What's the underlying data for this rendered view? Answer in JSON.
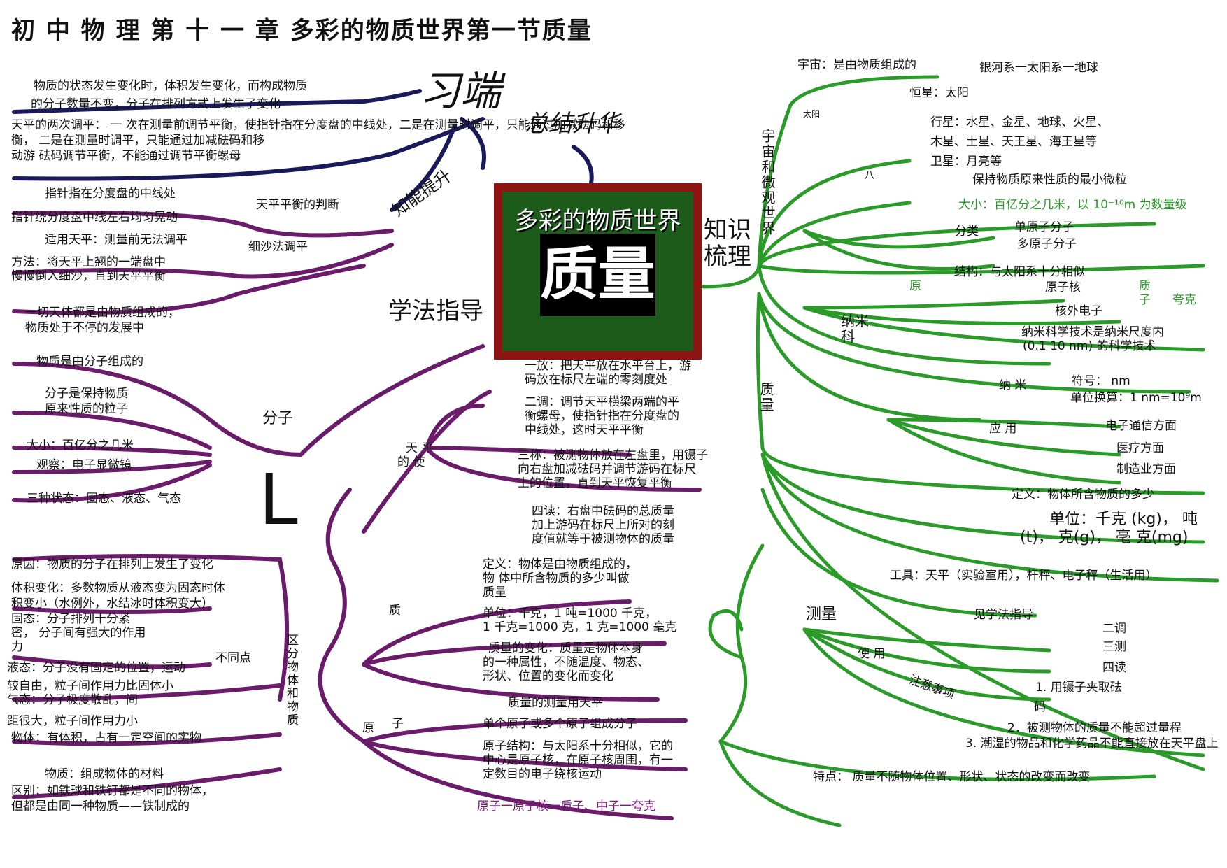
{
  "title": "初 中 物 理 第 十 一 章   多彩的物质世界第一节质量",
  "center": {
    "subtitle": "多彩的物质世界",
    "main": "质量"
  },
  "branches": {
    "xiduan": "习端",
    "zongjie": "总结升华",
    "zhineng": "知能提升",
    "xuefa": "学法指导",
    "zhishi": "知识\n梳理",
    "l_mark": "L"
  },
  "left": {
    "state_change": [
      "物质的状态发生变化时，体积发生变化，而构成物质",
      "的分子数量不变，分子在排列方式上发生了变化"
    ],
    "balance_adjust": [
      "天平的两次调平：    一 次在测量前调节平衡，使指针指在分度盘的中线处，二是在测量时调平，只能通过加减砝码和移",
      "衡，  二是在测量时调平，只能通过加减砝码和移",
      "动游      砝码调节平衡，不能通过调节平衡螺母"
    ],
    "pointer_center": "指针指在分度盘的中线处",
    "pointer_swing": "指针绕分度盘中线左右均匀晃动",
    "balance_judge": "天平平衡的判断",
    "apply_balance": "适用天平：测量前无法调平",
    "sand_method": "细沙法调平",
    "method": [
      "方法：将天平上翘的一端盘中",
      "慢慢倒入细沙，直到天平平衡"
    ],
    "all_matter": [
      "一切天体都是由物质组成的，",
      "物质处于不停的发展中"
    ],
    "matter_molecule": "物质是由分子组成的",
    "molecule_keep": [
      "分子是保持物质",
      "原来性质的粒子"
    ],
    "molecule": "分子",
    "size": "大小：百亿分之几米",
    "observe": "观察：电子显微镜",
    "three_states": "三种状态：固态、液态、气态",
    "reason": "原因：物质的分子在排列上发生了变化",
    "volume_change": [
      "体积变化：多数物质从液态变为固态时体",
      "积变小（水例外，水结冰时体积变大）"
    ],
    "solid": [
      "固态：分子排列十分紧",
      "密，  分子间有强大的作用",
      "力"
    ],
    "liquid": "液态：分子没有固定的位置，运动",
    "liquid2": [
      "较自由，粒子间作用力比固体小",
      "气态：分子极度散乱，间"
    ],
    "gas2": "距很大，粒子间作用力小",
    "differences": "不同点",
    "distinguish": "区分物体和物质",
    "object": "物体：有体积，占有一定空间的实物",
    "matter_def": "物质：组成物体的材料",
    "difference": [
      "区别：如铁球和铁钉都是不同的物体，",
      "但都是由同一种物质——铁制成的"
    ]
  },
  "middle": {
    "balance": "天  平",
    "use": "的  使",
    "step1": [
      "一放：把天平放在水平台上，游",
      "码放在标尺左端的零刻度处"
    ],
    "step2": [
      "二调：调节天平横梁两端的平",
      "衡螺母，使指针指在分度盘的",
      "中线处，这时天平平衡"
    ],
    "step3": [
      "三称：被测物体放在左盘里，用镊子",
      "向右盘加减砝码并调节游码在标尺",
      "上的位置，直到天平恢复平衡"
    ],
    "step4": [
      "四读：右盘中砝码的总质量",
      "加上游码在标尺上所对的刻",
      "度值就等于被测物体的质量"
    ],
    "definition": [
      "定义：物体是由物质组成的，",
      "物  体中所含物质的多少叫做",
      "质量"
    ],
    "mass_char": "质",
    "unit": [
      "单位：千克，1 吨=1000 千克，",
      "1 千克=1000 克，1 克=1000 毫克"
    ],
    "change": [
      "质量的变化：质量是物体本身",
      "的一种属性，不随温度、物态、",
      "形状、位置的变化而变化"
    ],
    "measure": "质量的测量用天平",
    "atom": "原",
    "atom_mark": "子",
    "single_atom": "单个原子或多个原子组成分子",
    "atom_structure": [
      "原子结构：与太阳系十分相似，它的",
      "中心是原子核，在原子核周围，有一",
      "定数目的电子绕核运动"
    ],
    "atom_chain": "原子一原子核一质子、中子一夸克"
  },
  "right": {
    "universe": "宇宙：是由物质组成的",
    "galaxy": "银河系一太阳系一地球",
    "star": "恒星：太阳",
    "solar": "太阳",
    "planets": [
      "行星：水星、金星、地球、火星、",
      "木星、土星、天王星、海王星等"
    ],
    "satellite": "卫星：月亮等",
    "eight": "八",
    "smallest": "保持物质原来性质的最小微粒",
    "size": "大小：百亿分之几米，以 10⁻¹⁰m 为数量级",
    "classify": "分类",
    "single": "单原子分子",
    "multi": "多原子分子",
    "structure": "结构：与太阳系十分相似",
    "yuan": "原",
    "nucleus": "原子核",
    "proton": "质",
    "proton2": "子",
    "quark": "夸克",
    "electron": "核外电子",
    "nano_sci": "纳米",
    "nano_sci2": "科",
    "nano_tech": [
      "纳米科学技术是纳米尺度内",
      "(0.1 10      nm) 的科学技术"
    ],
    "nano": "纳  米",
    "symbol": "符号： nm",
    "conversion": "单位换算：1   nm=10⁹m",
    "application": "应  用",
    "elec": "电子通信方面",
    "medical": "医疗方面",
    "manu": "制造业方面",
    "universe_micro": "宇宙和微观世界",
    "quality": "质量",
    "def": "定义：物体所含物质的多少",
    "units": [
      "单位：千克 (kg)，   吨",
      "(t)，  克(g)，     毫 克(mg)"
    ],
    "tools": "工具：天平（实验室用），杆秤、电子秤（生活用）",
    "measure": "测量",
    "method_ref": "见学法指导",
    "use": "使  用",
    "er": "二调",
    "san": "三测",
    "si": "四读",
    "attention": "注意事项",
    "n1": "1. 用镊子夹取砝",
    "n1b": "码",
    "n2": "2．被测物体的质量不能超过量程",
    "n3": "3. 潮湿的物品和化学药品不能直接放在天平盘上",
    "feature": "特点：  质量不随物体位置、形状、状态的改变而改变"
  },
  "colors": {
    "left_branch": "#6a1b6a",
    "right_branch": "#2a9a28",
    "board_frame": "#8e1414",
    "board": "#1c5b1a",
    "dark_branch": "#1a1a5a"
  }
}
